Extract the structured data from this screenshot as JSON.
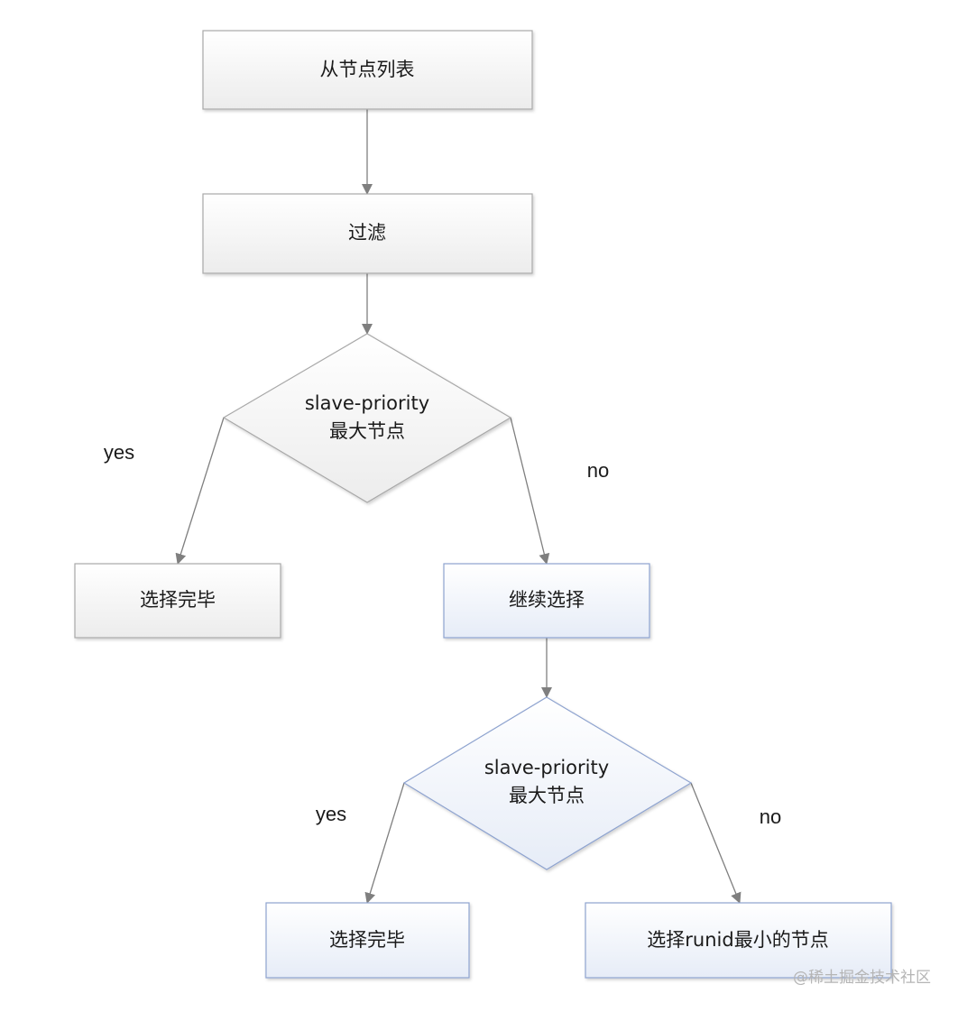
{
  "colors": {
    "gray_fill_top": "#ffffff",
    "gray_fill_bottom": "#ececec",
    "gray_stroke": "#a8a8a8",
    "blue_fill_top": "#ffffff",
    "blue_fill_bottom": "#e6ecf7",
    "blue_stroke": "#8ea3cf",
    "edge": "#7f7f7f",
    "text": "#1a1a1a",
    "watermark": "#b5b5b5"
  },
  "nodes": {
    "start": {
      "label": "从节点列表",
      "style": "gray",
      "shape": "rect"
    },
    "filter": {
      "label": "过滤",
      "style": "gray",
      "shape": "rect"
    },
    "decision1": {
      "label_line1": "slave-priority",
      "label_line2": "最大节点",
      "style": "gray",
      "shape": "diamond"
    },
    "done1": {
      "label": "选择完毕",
      "style": "gray",
      "shape": "rect"
    },
    "continue": {
      "label": "继续选择",
      "style": "blue",
      "shape": "rect"
    },
    "decision2": {
      "label_line1": "slave-priority",
      "label_line2": "最大节点",
      "style": "blue",
      "shape": "diamond"
    },
    "done2": {
      "label": "选择完毕",
      "style": "blue",
      "shape": "rect"
    },
    "min_runid": {
      "label": "选择runid最小的节点",
      "style": "blue",
      "shape": "rect"
    }
  },
  "edges": [
    {
      "from": "start",
      "to": "filter",
      "label": ""
    },
    {
      "from": "filter",
      "to": "decision1",
      "label": ""
    },
    {
      "from": "decision1",
      "to": "done1",
      "label": "yes"
    },
    {
      "from": "decision1",
      "to": "continue",
      "label": "no"
    },
    {
      "from": "continue",
      "to": "decision2",
      "label": ""
    },
    {
      "from": "decision2",
      "to": "done2",
      "label": "yes"
    },
    {
      "from": "decision2",
      "to": "min_runid",
      "label": "no"
    }
  ],
  "watermark": "@稀土掘金技术社区"
}
